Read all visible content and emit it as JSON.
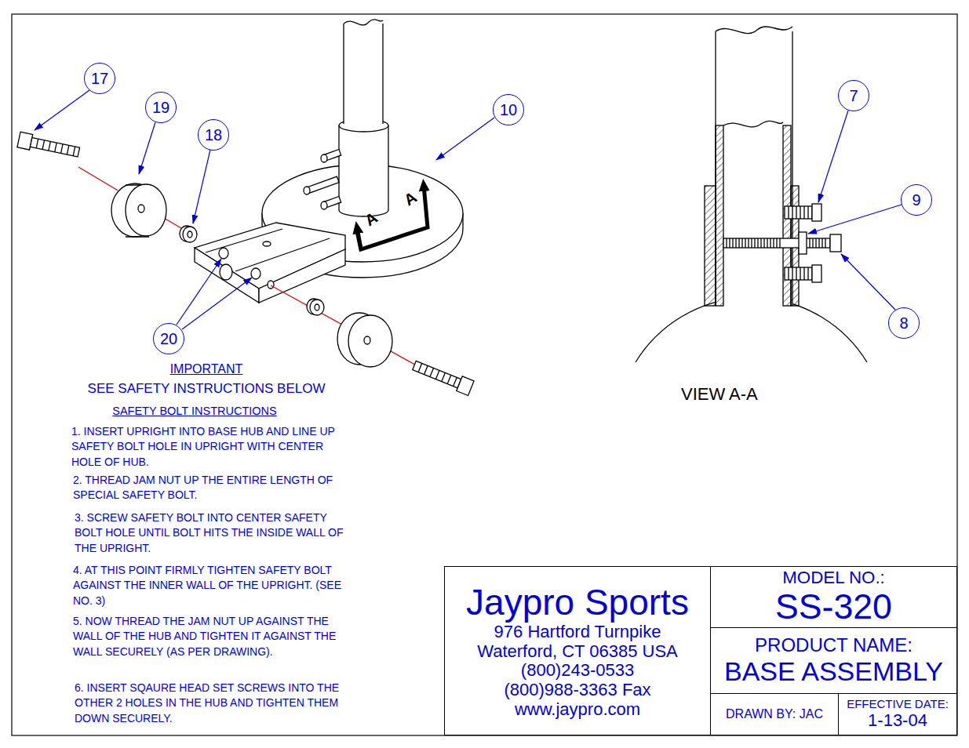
{
  "diagram": {
    "nodes": [
      {
        "text": [
          "17"
        ]
      },
      {
        "text": [
          "19"
        ]
      },
      {
        "text": [
          "18"
        ]
      },
      {
        "text": [
          "10"
        ]
      },
      {
        "text": [
          "20"
        ]
      },
      {
        "text": [
          "7"
        ]
      },
      {
        "text": [
          "9"
        ]
      },
      {
        "text": [
          "8"
        ]
      },
      {
        "text": [
          "Jaypro Sports",
          "976 Hartford Turnpike",
          "Waterford, CT 06385 USA",
          "(800)243-0533",
          "(800)988-3363 Fax",
          "www.jaypro.com"
        ]
      },
      {
        "text": [
          "MODEL NO.:",
          "SS-320"
        ]
      },
      {
        "text": [
          "PRODUCT NAME:",
          "BASE ASSEMBLY"
        ]
      },
      {
        "text": [
          "DRAWN BY: JAC"
        ]
      },
      {
        "text": [
          "EFFECTIVE DATE:",
          "1-13-04"
        ]
      }
    ],
    "labels": [
      "A",
      "A",
      "IMPORTANT",
      "SEE SAFETY INSTRUCTIONS BELOW",
      "SAFETY BOLT INSTRUCTIONS",
      "1. INSERT UPRIGHT INTO BASE HUB AND LINE UP SAFETY BOLT HOLE IN UPRIGHT WITH CENTER HOLE OF HUB.",
      "2. THREAD JAM NUT UP THE ENTIRE LENGTH OF SPECIAL SAFETY BOLT.",
      "3. SCREW SAFETY BOLT INTO CENTER SAFETY BOLT HOLE UNTIL BOLT HITS THE INSIDE WALL OF THE UPRIGHT.",
      "4. AT THIS POINT FIRMLY TIGHTEN SAFETY BOLT AGAINST THE INNER WALL OF THE UPRIGHT. (SEE NO. 3)",
      "5. NOW THREAD THE JAM NUT UP AGAINST THE WALL OF THE HUB AND TIGHTEN IT AGAINST THE WALL SECURELY (AS PER DRAWING).",
      "6. INSERT SQAURE HEAD SET SCREWS INTO THE OTHER 2 HOLES IN THE HUB AND TIGHTEN THEM DOWN SECURELY.",
      "VIEW A-A"
    ]
  }
}
